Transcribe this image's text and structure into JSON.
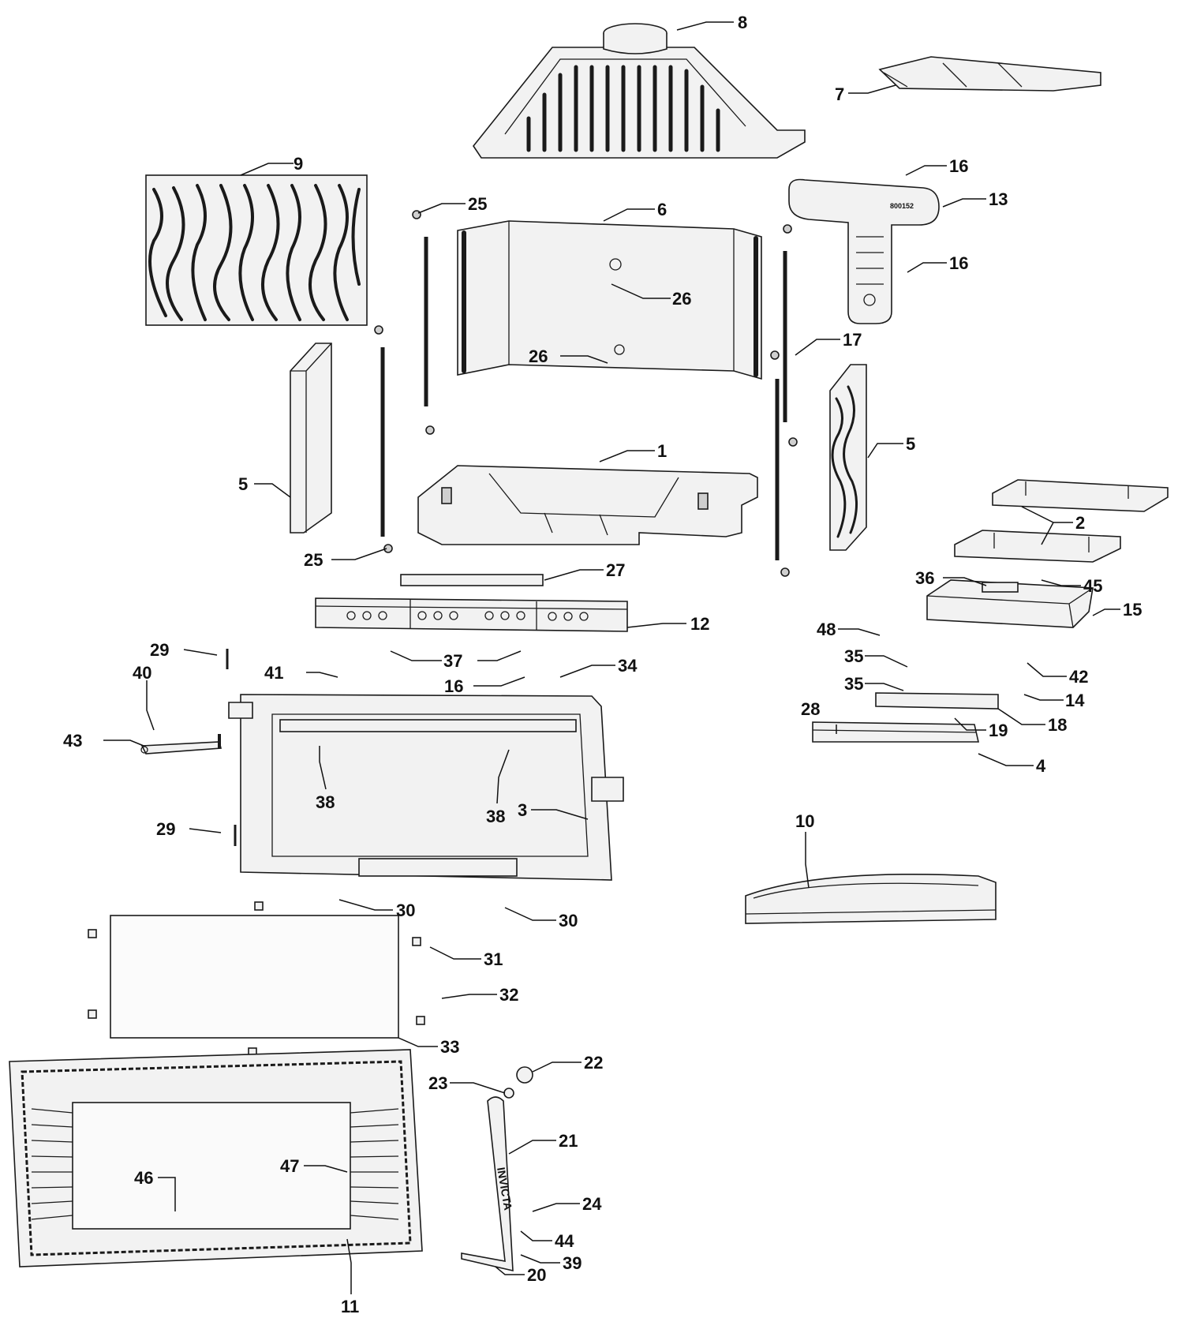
{
  "diagram": {
    "type": "exploded-parts-view",
    "stamp_text": "800152",
    "brand_text": "INVICTA",
    "callouts": [
      "8",
      "7",
      "9",
      "25",
      "6",
      "16",
      "13",
      "16",
      "26",
      "26",
      "17",
      "5",
      "1",
      "5",
      "2",
      "25",
      "27",
      "36",
      "45",
      "12",
      "15",
      "48",
      "29",
      "37",
      "37",
      "35",
      "42",
      "40",
      "41",
      "16",
      "34",
      "35",
      "14",
      "28",
      "19",
      "18",
      "43",
      "4",
      "38",
      "38",
      "3",
      "29",
      "10",
      "30",
      "30",
      "31",
      "32",
      "33",
      "23",
      "22",
      "21",
      "47",
      "46",
      "24",
      "44",
      "39",
      "20",
      "11"
    ]
  }
}
